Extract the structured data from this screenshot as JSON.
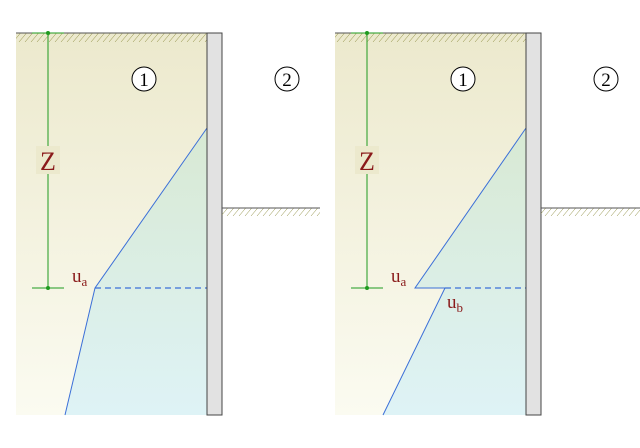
{
  "panels": [
    {
      "zone_left": "1",
      "zone_right": "2",
      "depth_label": "Z",
      "point_a_label": "u",
      "point_a_sub": "a"
    },
    {
      "zone_left": "1",
      "zone_right": "2",
      "depth_label": "Z",
      "point_a_label": "u",
      "point_a_sub": "a",
      "point_b_label": "u",
      "point_b_sub": "b"
    }
  ],
  "colors": {
    "soil_top": "#ece9cd",
    "soil_bottom": "#fbfbf1",
    "pressure_top": "#d8e9d3",
    "pressure_bottom": "#def3f6",
    "pressure_line": "#3b6fd8",
    "dimension_line": "#1f9a1f",
    "wall_fill": "#e2e2e2",
    "hatch": "#8a8a3a",
    "label": "#8a1a1a"
  }
}
